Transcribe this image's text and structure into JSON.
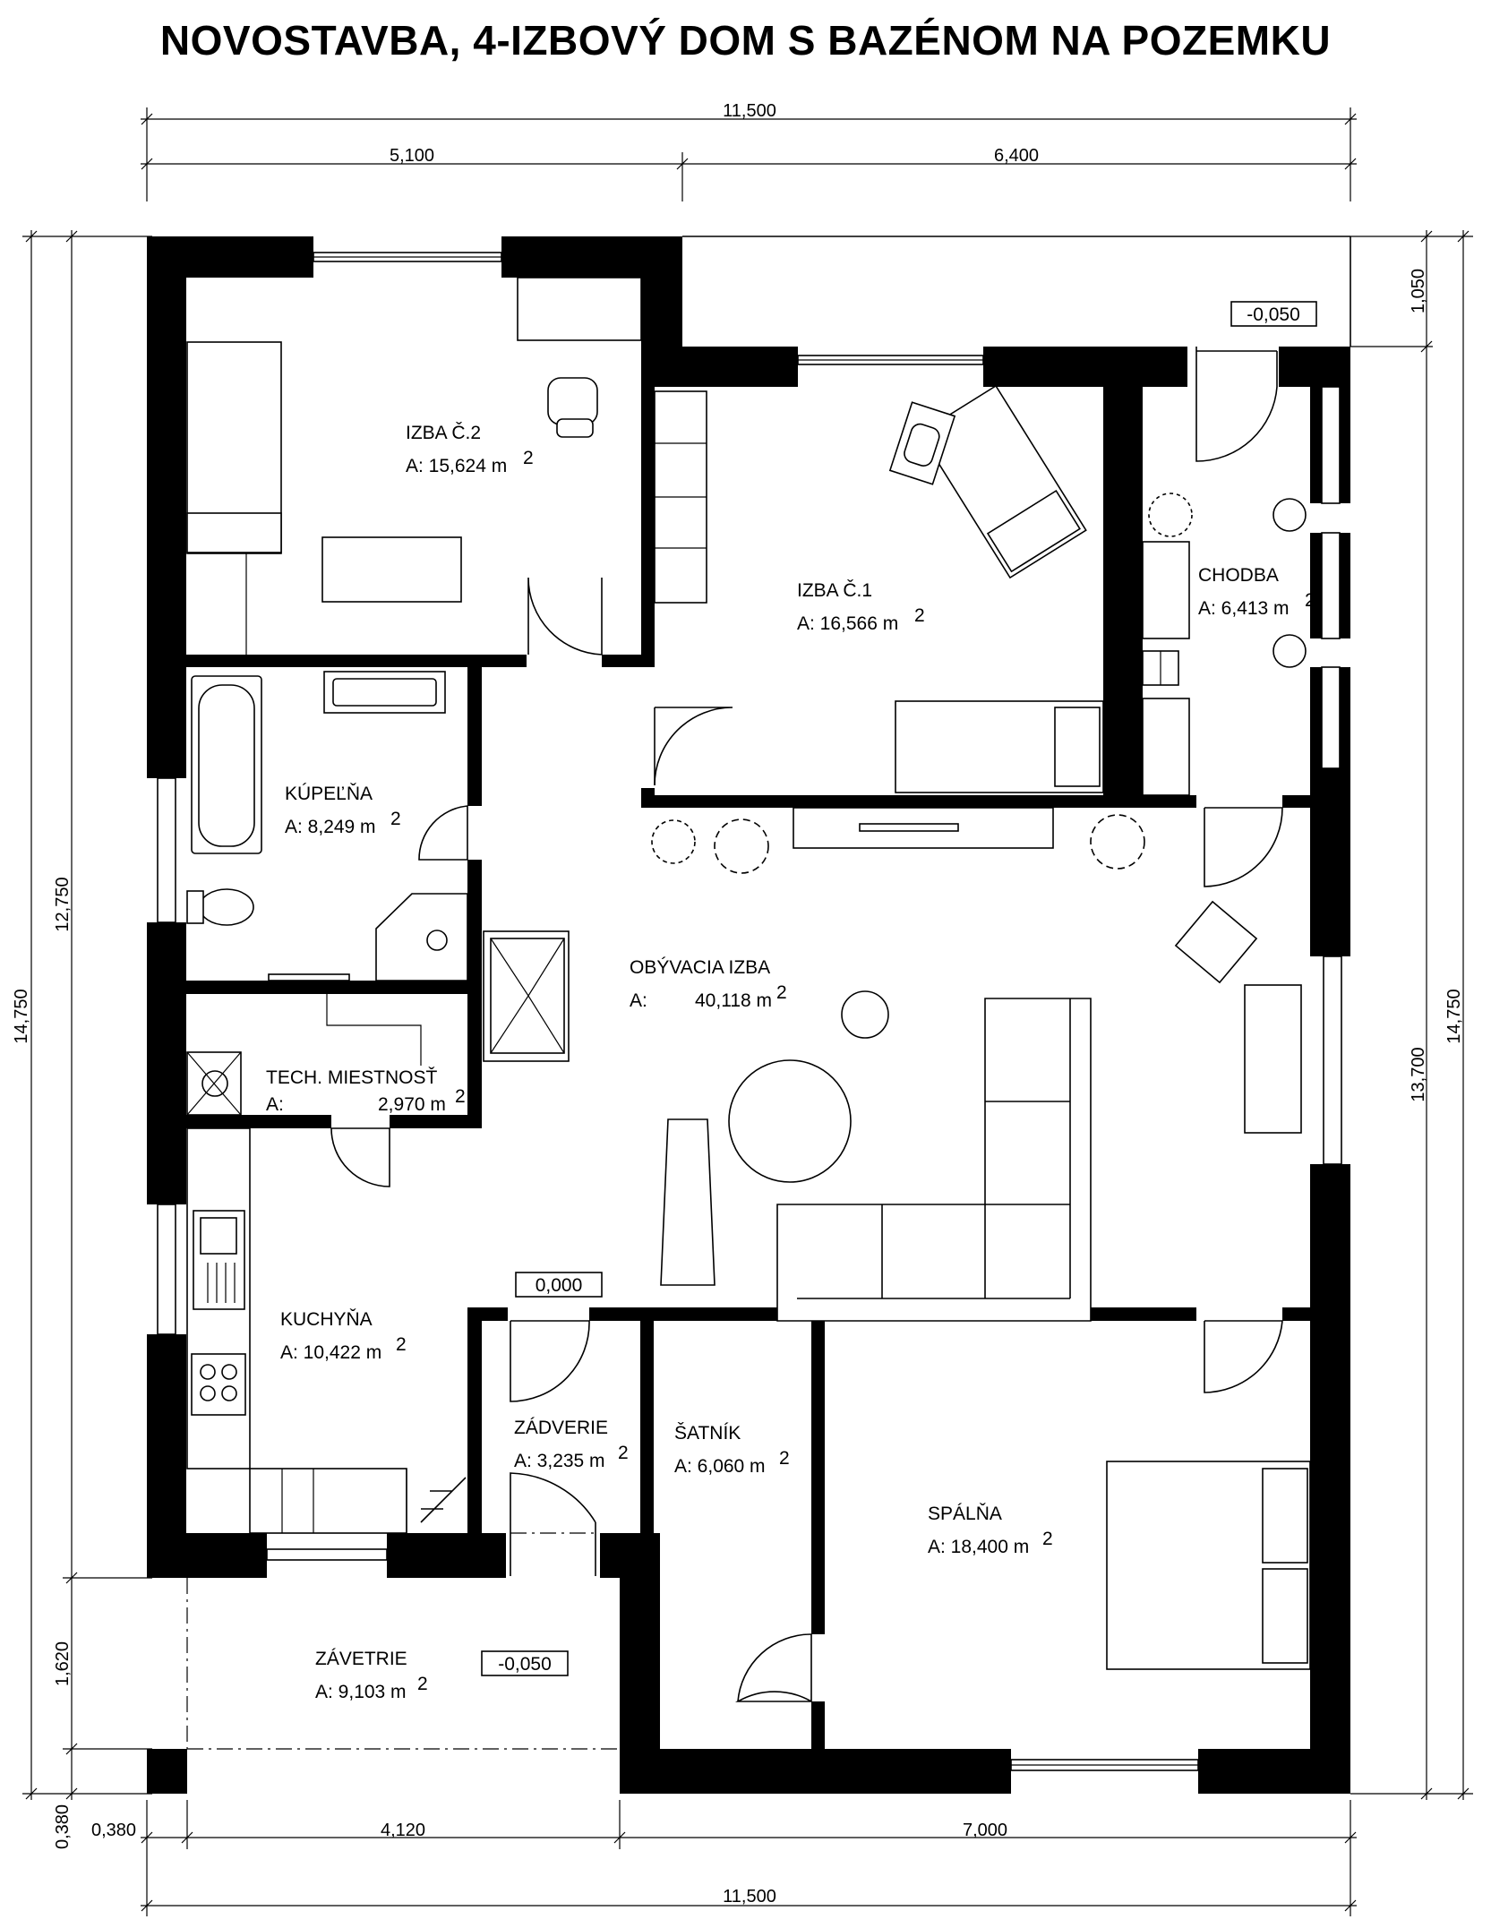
{
  "title": "NOVOSTAVBA, 4-IZBOVÝ DOM S BAZÉNOM NA POZEMKU",
  "rooms": {
    "izba2": {
      "name": "IZBA Č.2",
      "area": "A: 15,624 m",
      "sup": "2"
    },
    "izba1": {
      "name": "IZBA Č.1",
      "area": "A: 16,566 m",
      "sup": "2"
    },
    "chodba": {
      "name": "CHODBA",
      "area": "A: 6,413 m",
      "sup": "2"
    },
    "kupelna": {
      "name": "KÚPEĽŇA",
      "area": "A: 8,249 m",
      "sup": "2"
    },
    "obyvacia": {
      "name": "OBÝVACIA IZBA",
      "area_label": "A:",
      "area_value": "40,118 m",
      "sup": "2"
    },
    "tech": {
      "name": "TECH. MIESTNOSŤ",
      "area_label": "A:",
      "area_value": "2,970 m",
      "sup": "2"
    },
    "kuchyna": {
      "name": "KUCHYŇA",
      "area": "A: 10,422 m",
      "sup": "2"
    },
    "zadverie": {
      "name": "ZÁDVERIE",
      "area": "A: 3,235 m",
      "sup": "2"
    },
    "satnik": {
      "name": "ŠATNÍK",
      "area": "A: 6,060 m",
      "sup": "2"
    },
    "spalna": {
      "name": "SPÁLŇA",
      "area": "A: 18,400 m",
      "sup": "2"
    },
    "zavetrie": {
      "name": "ZÁVETRIE",
      "area": "A: 9,103 m",
      "sup": "2"
    }
  },
  "levels": {
    "entrance": "-0,050",
    "floor": "0,000",
    "porch": "-0,050"
  },
  "dimensions": {
    "top_total": "11,500",
    "top_left": "5,100",
    "top_right": "6,400",
    "bottom_start": "0,380",
    "bottom_left": "4,120",
    "bottom_right": "7,000",
    "bottom_total": "11,500",
    "left_total": "14,750",
    "left_main": "12,750",
    "left_porch": "1,620",
    "left_base": "0,380",
    "right_total": "14,750",
    "right_main": "13,700",
    "right_top": "1,050"
  }
}
